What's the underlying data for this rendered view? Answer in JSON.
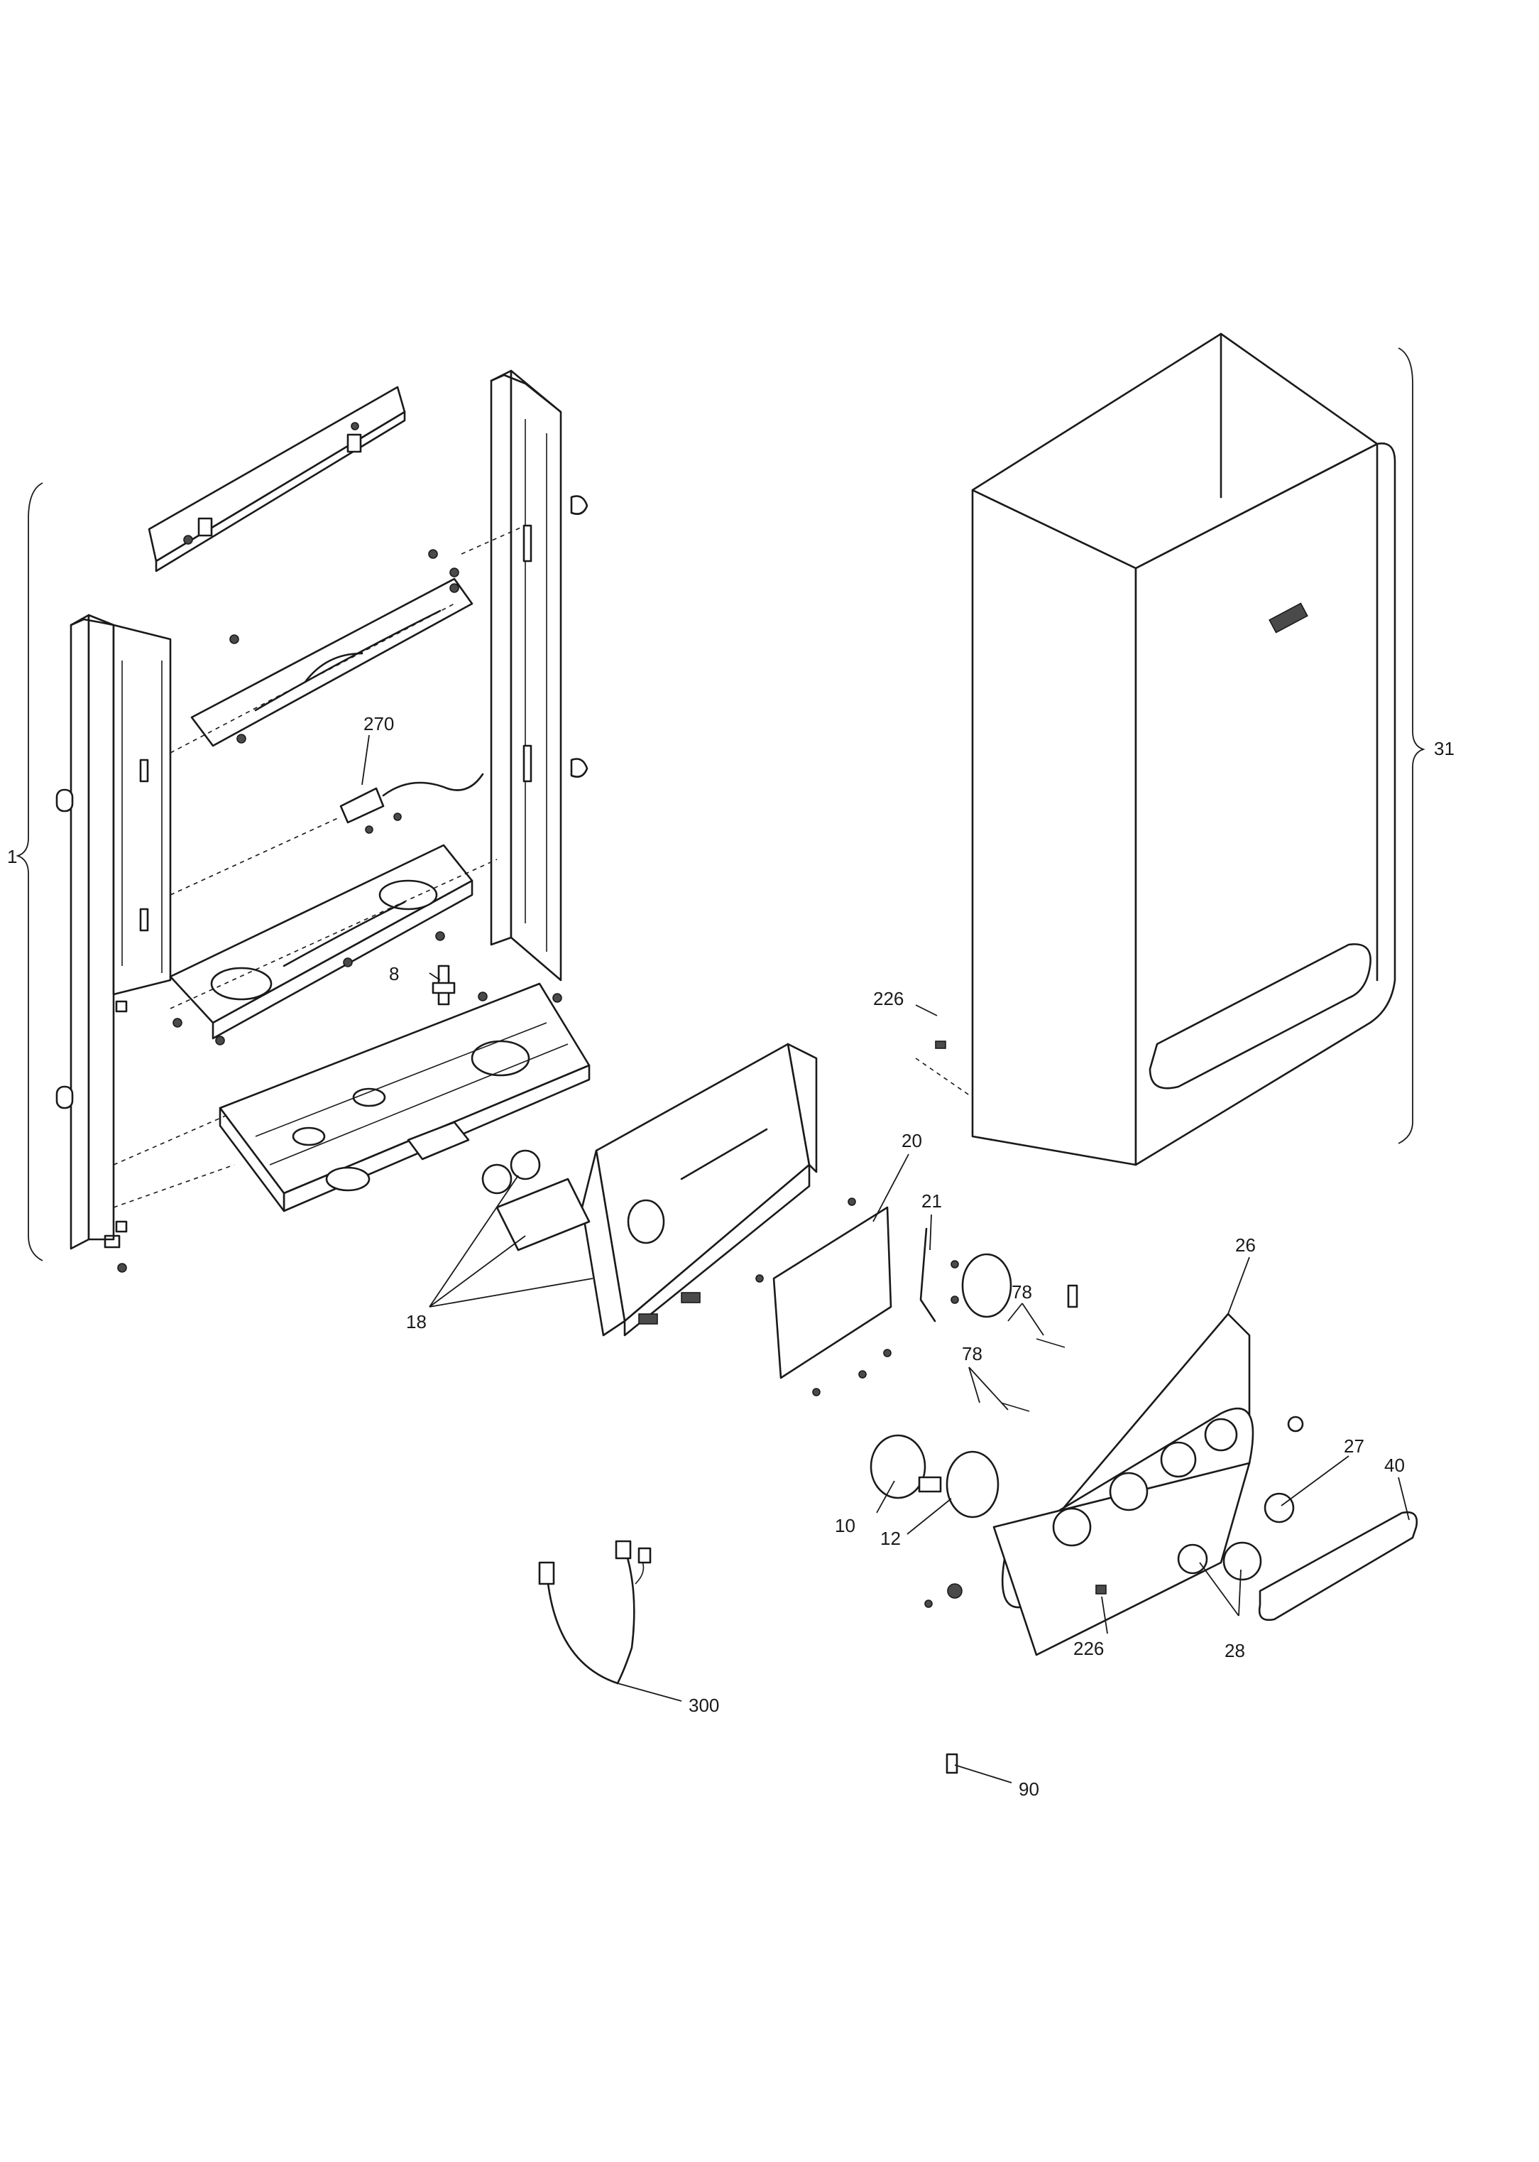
{
  "labels": {
    "frame": "1",
    "casing": "31",
    "sensor_bracket": "270",
    "valve": "8",
    "clip_casing": "226",
    "clip_base": "226",
    "glands": "18",
    "control_housing": "20",
    "cable_bracket": "21",
    "fascia": "26",
    "springs_upper": "78",
    "springs_lower": "78",
    "knob": "27",
    "cover": "40",
    "clock": "10",
    "pressure_gauge": "12",
    "knobs": "28",
    "harness": "300",
    "fuse": "90"
  }
}
